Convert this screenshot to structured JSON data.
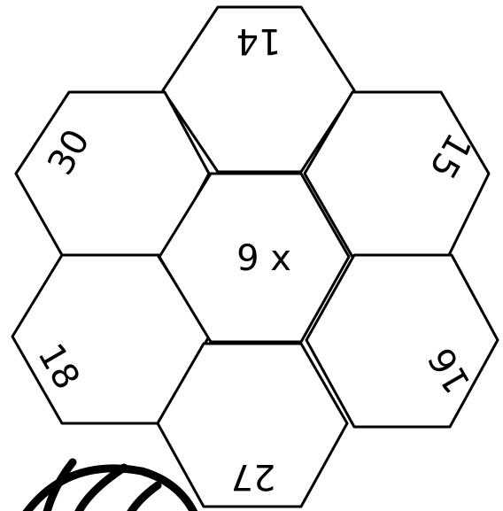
{
  "puzzle": {
    "center_label": "9 x",
    "cells": [
      {
        "id": "top",
        "label": "14"
      },
      {
        "id": "upper-left",
        "label": "30"
      },
      {
        "id": "upper-right",
        "label": "15"
      },
      {
        "id": "lower-left",
        "label": "18"
      },
      {
        "id": "lower-right",
        "label": "16"
      },
      {
        "id": "bottom",
        "label": "27"
      }
    ]
  },
  "colors": {
    "stroke": "#000000",
    "fill": "#ffffff"
  },
  "icons": {
    "corner_decoration": "ball-icon"
  }
}
